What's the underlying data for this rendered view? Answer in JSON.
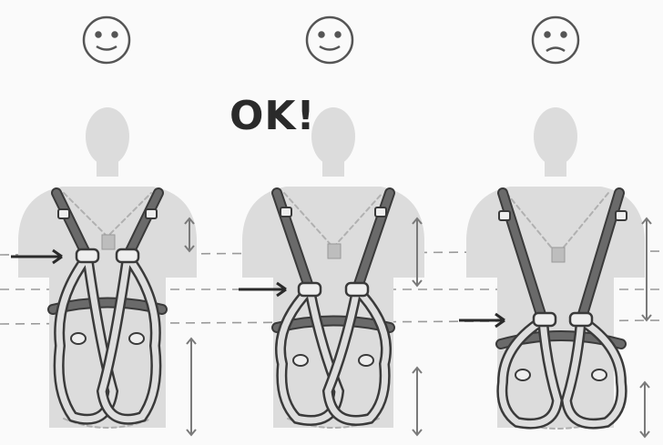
{
  "annotation": {
    "ok_text": "OK!"
  },
  "panels": [
    {
      "id": "left",
      "face": "smiley-face",
      "arrow": "buckle-level-arrow"
    },
    {
      "id": "middle",
      "face": "smiley-face",
      "arrow": "buckle-level-arrow"
    },
    {
      "id": "right",
      "face": "frowny-face",
      "arrow": "buckle-level-arrow"
    }
  ],
  "colors": {
    "silhouette": "#d9d9d9",
    "strap_dark": "#6a6a6a",
    "strap_light": "#dedede",
    "outline": "#3a3a3a",
    "guide_dashed": "#9a9a9a",
    "measure_arrow": "#7a7a7a"
  }
}
